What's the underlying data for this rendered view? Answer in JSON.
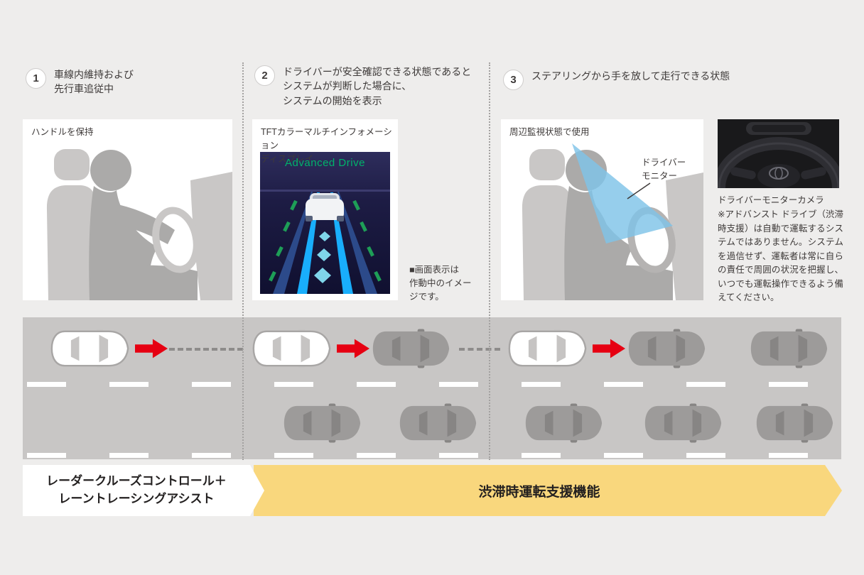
{
  "steps": [
    {
      "num": "1",
      "text": "車線内維持および\n先行車追従中"
    },
    {
      "num": "2",
      "text": "ドライバーが安全確認できる状態であると\nシステムが判断した場合に、\nシステムの開始を表示"
    },
    {
      "num": "3",
      "text": "ステアリングから手を放して走行できる状態"
    }
  ],
  "panels": {
    "panel1_label": "ハンドルを保持",
    "panel2_label": "TFTカラーマルチインフォメーション\nディスプレイ",
    "panel3_label": "周辺監視状態で使用",
    "display_title": "Advanced Drive",
    "screen_note": "■画面表示は\n作動中のイメー\nジです。",
    "driver_monitor_label": "ドライバー\nモニター",
    "camera_caption": "ドライバーモニターカメラ",
    "disclaimer": "※アドバンスト ドライブ（渋滞時支援）は自動で運転するシステムではありません。システムを過信せず、運転者は常に自らの責任で周囲の状況を把握し、いつでも運転操作できるよう備えてください。"
  },
  "banners": {
    "left_label": "レーダークルーズコントロール＋\nレーントレーシングアシスト",
    "right_label": "渋滞時運転支援機能"
  },
  "icons": {
    "ego_car": "white-car-top-icon",
    "traffic_car": "gray-car-top-icon",
    "forward_arrow": "red-arrow-icon",
    "driver_monitor_cone": "blue-cone-shape",
    "steering_wheel_photo": "steering-wheel-photo"
  },
  "colors": {
    "background": "#eeedec",
    "panel": "#ffffff",
    "road": "#c8c6c5",
    "accent_red": "#e60012",
    "banner_yellow": "#f9d77d",
    "cone_blue": "#7fc3e8",
    "display_green": "#00b36b",
    "lane_blue": "#19aefc",
    "text": "#3e3a39"
  }
}
